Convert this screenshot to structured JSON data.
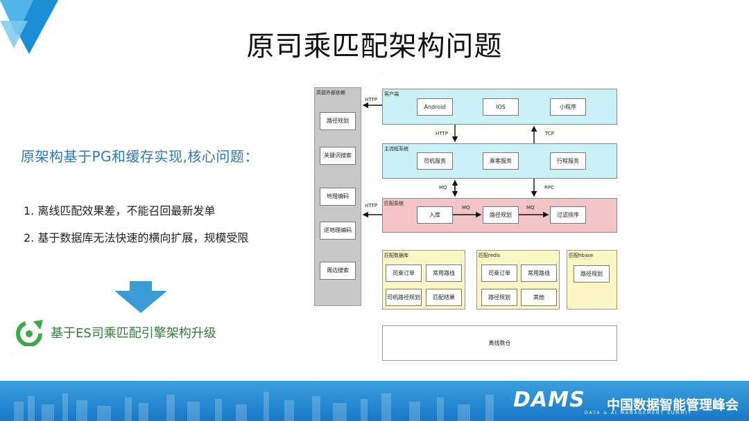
{
  "slide": {
    "title": "原司乘匹配架构问题",
    "heading": "原架构基于PG和缓存实现,核心问题：",
    "points": [
      "1. 离线匹配效果差，不能召回最新发单",
      "2. 基于数据库无法快速的横向扩展，规模受限"
    ],
    "upgrade_text": "基于ES司乘匹配引擎架构升级"
  },
  "diagram": {
    "external": {
      "title": "高德外部依赖",
      "items": [
        "路径规划",
        "关键词搜索",
        "地理编码",
        "逆地理编码",
        "周边搜索"
      ]
    },
    "client": {
      "title": "客户端",
      "items": [
        "Android",
        "IOS",
        "小程序"
      ]
    },
    "main_flow": {
      "title": "主流程系统",
      "items": [
        "司机服务",
        "乘客服务",
        "行程服务"
      ]
    },
    "matching": {
      "title": "匹配系统",
      "items": [
        "入库",
        "路径规划",
        "过滤排序"
      ]
    },
    "match_db": {
      "title": "匹配数据库",
      "items": [
        "司乘订单",
        "常用路线",
        "司机路径规划",
        "匹配结果"
      ]
    },
    "match_redis": {
      "title": "匹配redis",
      "items": [
        "司乘订单",
        "常用路线",
        "路径规划",
        "其他"
      ]
    },
    "match_hbase": {
      "title": "匹配hbase",
      "items": [
        "路径规划"
      ]
    },
    "offline": {
      "label": "离线数仓"
    },
    "labels": {
      "http_client": "HTTP",
      "http_down": "HTTP",
      "tcp_up": "TCP",
      "mq_vertical": "MQ",
      "rpc_vertical": "RPC",
      "http_matching": "HTTP",
      "mq_1": "MQ",
      "mq_2": "MQ"
    }
  },
  "footer": {
    "brand": "DAMS",
    "name": "中国数据智能管理峰会",
    "tagline": "DATA & AI MANAGEMENT SUMMIT"
  },
  "colors": {
    "title_text": "#111111",
    "heading_blue": "#2b79c2",
    "upgrade_green": "#2f7e3a",
    "client_bg": "#c9f1f6",
    "matching_bg": "#f3c4c6",
    "storage_bg": "#fbf7c4",
    "external_bg": "#c8c8c8",
    "footer_blue": "#1978c7"
  }
}
